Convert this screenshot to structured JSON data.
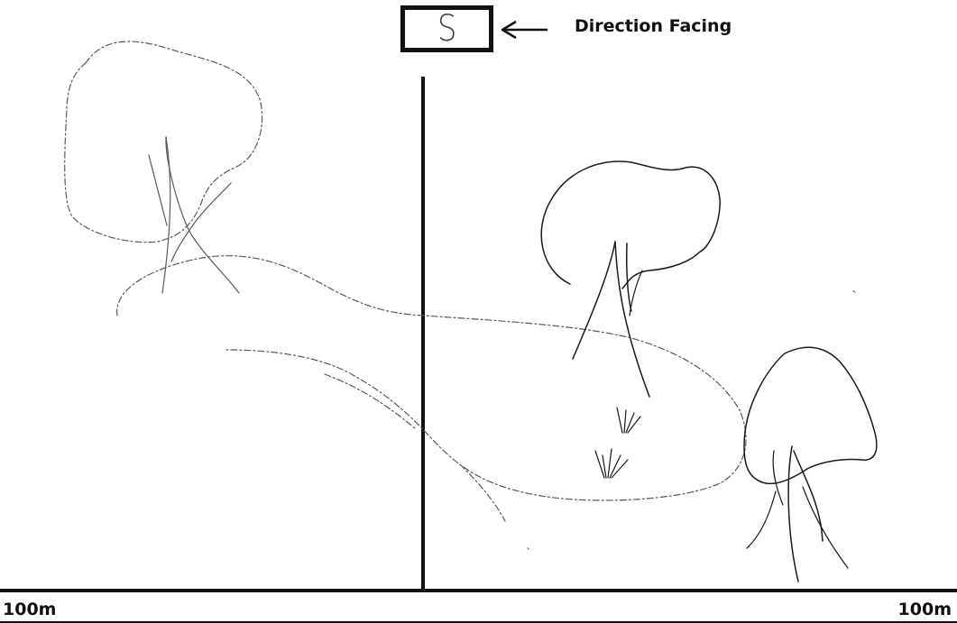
{
  "direction": {
    "letter": "S",
    "label": "Direction Facing"
  },
  "scale": {
    "left_label": "100m",
    "right_label": "100m"
  }
}
